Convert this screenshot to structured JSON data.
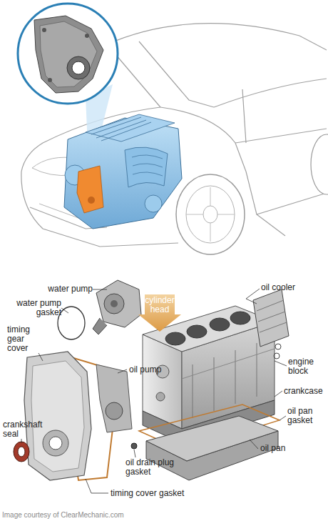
{
  "diagram": {
    "nodes": [
      {
        "text": [
          "cylinder head"
        ]
      }
    ],
    "labels": [
      "water pump",
      "water pump gasket",
      "timing gear cover",
      "oil pump",
      "crankshaft seal",
      "oil drain plug gasket",
      "timing cover gasket",
      "oil cooler",
      "engine block",
      "crankcase",
      "oil pan gasket",
      "oil pan",
      "Image courtesy of ClearMechanic.com"
    ]
  }
}
